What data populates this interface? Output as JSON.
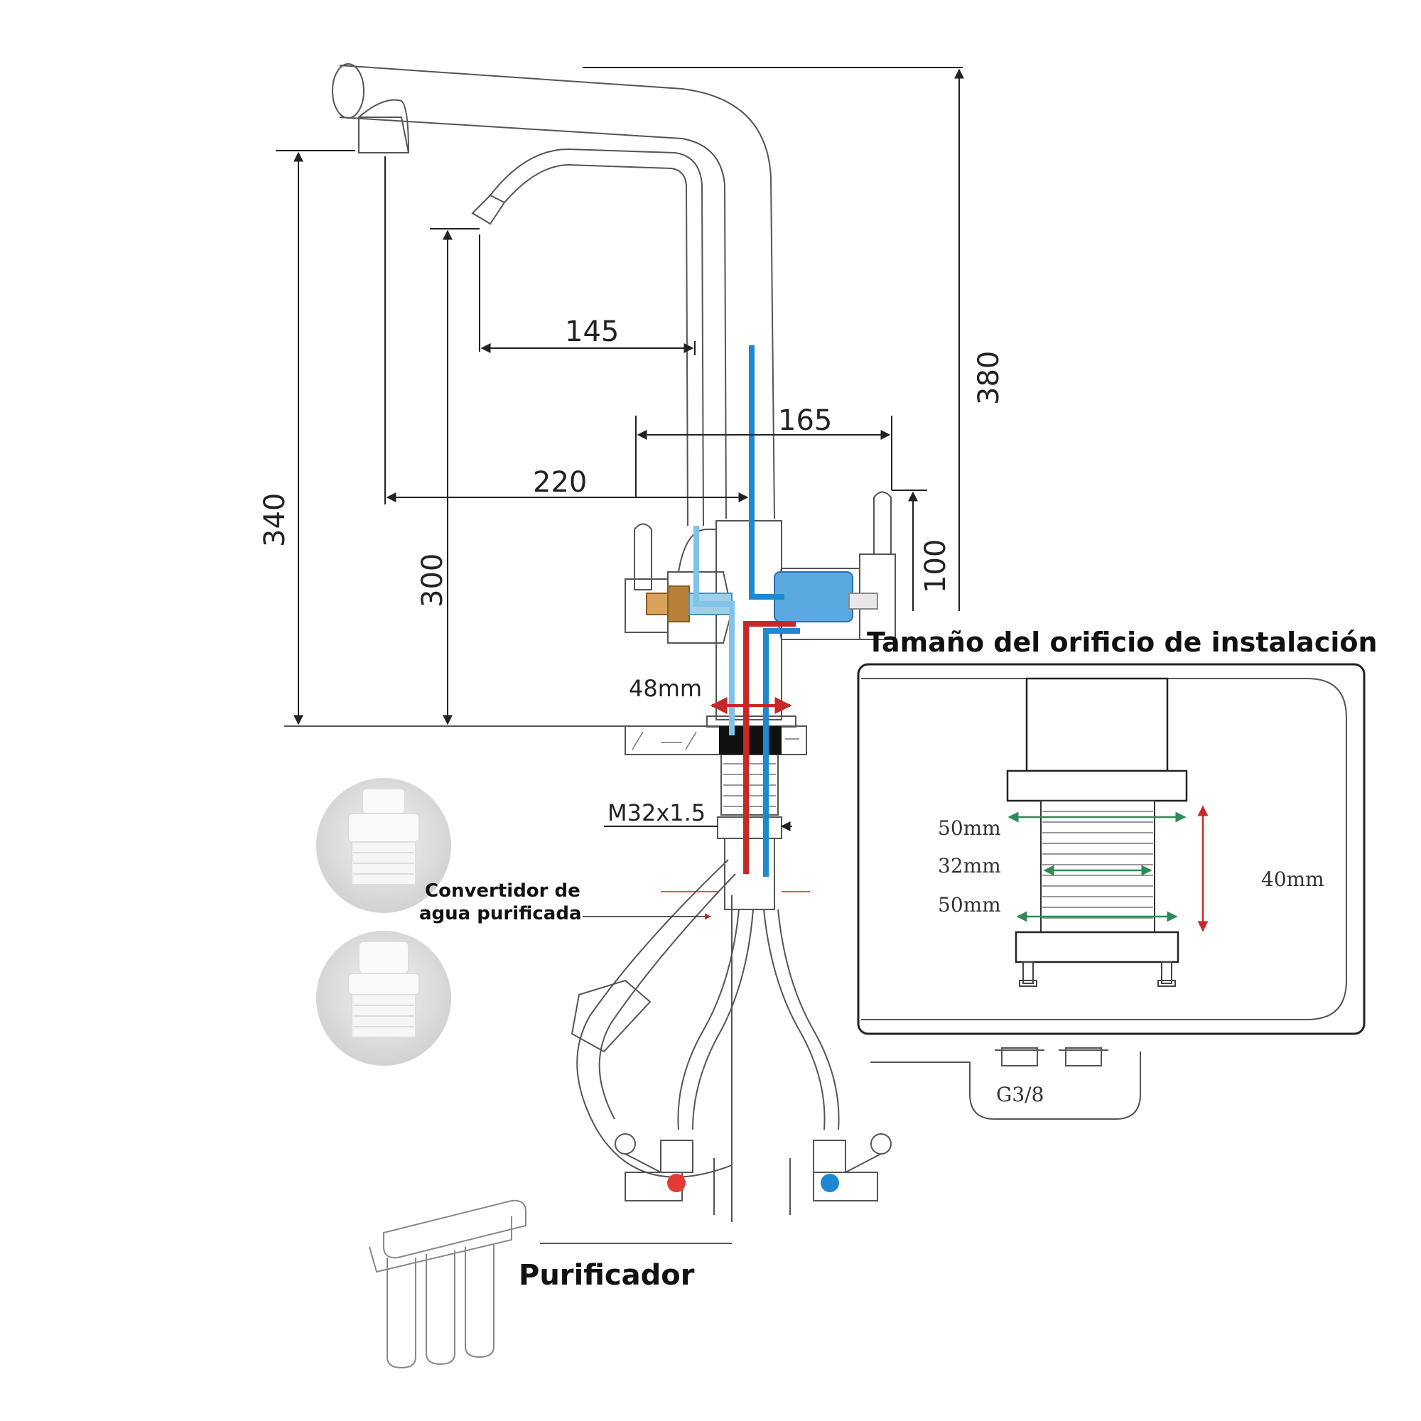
{
  "dimensions": {
    "d145": "145",
    "d165": "165",
    "d220": "220",
    "d380": "380",
    "d340": "340",
    "d300": "300",
    "d100": "100",
    "d48": "48mm",
    "thread": "M32x1.5",
    "g38": "G3/8"
  },
  "hole_panel": {
    "title": "Tamaño del orificio de instalación",
    "w_top": "50mm",
    "w_mid": "32mm",
    "w_bot": "50mm",
    "height": "40mm"
  },
  "labels": {
    "converter_line1": "Convertidor de",
    "converter_line2": "agua purificada",
    "purifier": "Purificador"
  },
  "colors": {
    "cold": "#1e88d0",
    "cold_light": "#7fc3ea",
    "hot": "#c62828",
    "dim_green": "#2e8b57",
    "outline": "#555555"
  }
}
